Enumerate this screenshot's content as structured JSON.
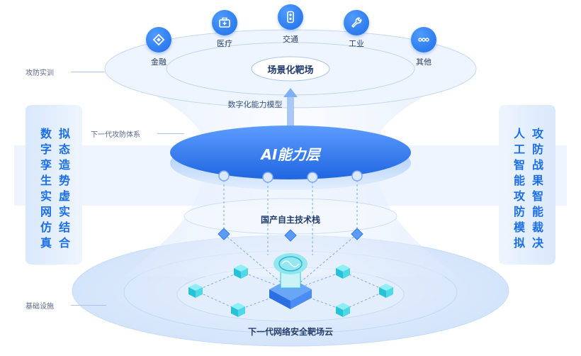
{
  "industries": [
    {
      "label": "金融",
      "icon": "diamond-icon"
    },
    {
      "label": "医疗",
      "icon": "medical-kit-icon"
    },
    {
      "label": "交通",
      "icon": "traffic-light-icon"
    },
    {
      "label": "工业",
      "icon": "wrench-icon"
    },
    {
      "label": "其他",
      "icon": "more-dots-icon"
    }
  ],
  "top_layer": {
    "title": "场景化靶场",
    "caption": "数字化能力模型"
  },
  "ai_layer": {
    "title": "AI能力层"
  },
  "middle_layer": {
    "title": "国产自主技术栈"
  },
  "bottom_layer": {
    "title": "下一代网络安全靶场云"
  },
  "side_labels": {
    "training": "攻防实训",
    "system": "下一代攻防体系",
    "infrastructure": "基础设施"
  },
  "left_panel": {
    "col1": "数字孪生实网仿真",
    "col2": "拟态造势虚实结合"
  },
  "right_panel": {
    "col1": "人工智能攻防模拟",
    "col2": "攻防战果智能裁决"
  },
  "colors": {
    "accent": "#1c6fe8",
    "ai_layer": "#2f7cf2",
    "light": "#e6f0fd"
  }
}
